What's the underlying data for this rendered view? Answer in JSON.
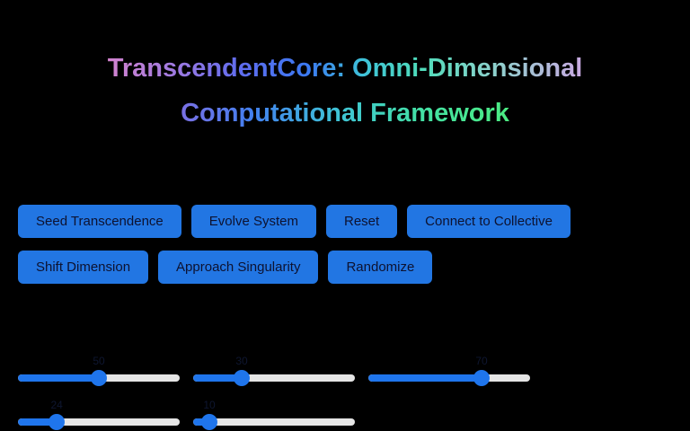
{
  "page": {
    "background_color": "#000000"
  },
  "title": {
    "line1": "TranscendentCore: Omni-Dimensional",
    "line2": "Computational Framework",
    "gradient_line1": [
      "#d383cf",
      "#9f7ae0",
      "#5f6cee",
      "#3b79f2",
      "#3fc3d8",
      "#4fdcba",
      "#8fd0cd",
      "#c9a9e2"
    ],
    "gradient_line2": [
      "#7a70e4",
      "#4280f0",
      "#3fc4d6",
      "#43dfa6",
      "#4cec82"
    ]
  },
  "buttons": {
    "bg_color": "#2276e3",
    "text_color": "#0d1230",
    "row1": [
      {
        "label": "Seed Transcendence"
      },
      {
        "label": "Evolve System"
      },
      {
        "label": "Reset"
      },
      {
        "label": "Connect to Collective"
      }
    ],
    "row2": [
      {
        "label": "Shift Dimension"
      },
      {
        "label": "Approach Singularity"
      },
      {
        "label": "Randomize"
      }
    ]
  },
  "sliders": {
    "fill_color": "#1f75ec",
    "track_color": "#e5e5e5",
    "thumb_color": "#1f75ec",
    "row1": [
      {
        "name": "slider-1",
        "percent": 50,
        "value_label": "50"
      },
      {
        "name": "slider-2",
        "percent": 30,
        "value_label": "30"
      },
      {
        "name": "slider-3",
        "percent": 70,
        "value_label": "70"
      }
    ],
    "row2": [
      {
        "name": "slider-4",
        "percent": 24,
        "value_label": "24"
      },
      {
        "name": "slider-5",
        "percent": 10,
        "value_label": "10"
      }
    ]
  }
}
